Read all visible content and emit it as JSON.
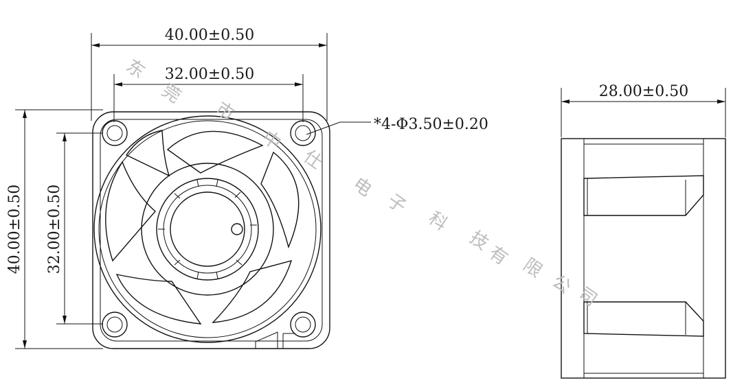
{
  "front_view": {
    "overall_width": "40.00±0.50",
    "hole_pitch_width": "32.00±0.50",
    "overall_height": "40.00±0.50",
    "hole_pitch_height": "32.00±0.50",
    "hole_callout": "*4-Φ3.50±0.20"
  },
  "side_view": {
    "depth": "28.00±0.50"
  },
  "watermark": {
    "chars": [
      "东",
      "莞",
      "市",
      "中",
      "仕",
      "电",
      "子",
      "科",
      "技",
      "有",
      "限",
      "公",
      "司"
    ]
  }
}
